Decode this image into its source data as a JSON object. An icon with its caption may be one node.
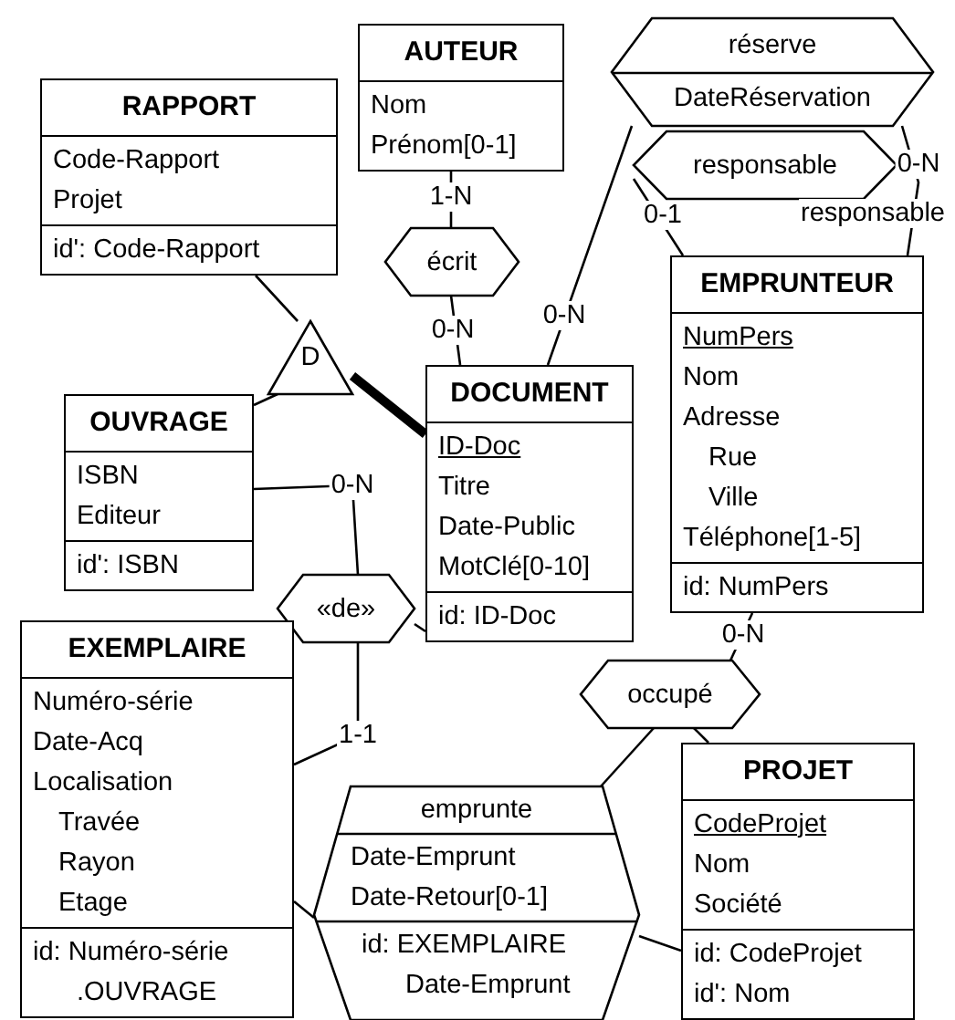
{
  "diagram": {
    "nodes": [
      {
        "text": [
          "RAPPORT",
          "Code-Rapport",
          "Projet",
          "id': Code-Rapport"
        ]
      },
      {
        "text": [
          "AUTEUR",
          "Nom",
          "Prénom[0-1]"
        ]
      },
      {
        "text": [
          "réserve",
          "DateRéservation"
        ]
      },
      {
        "text": [
          "responsable"
        ]
      },
      {
        "text": [
          "écrit"
        ]
      },
      {
        "text": [
          "D"
        ]
      },
      {
        "text": [
          "OUVRAGE",
          "ISBN",
          "Editeur",
          "id': ISBN"
        ]
      },
      {
        "text": [
          "DOCUMENT",
          "ID-Doc",
          "Titre",
          "Date-Public",
          "MotClé[0-10]",
          "id: ID-Doc"
        ]
      },
      {
        "text": [
          "EMPRUNTEUR",
          "NumPers",
          "Nom",
          "Adresse",
          "Rue",
          "Ville",
          "Téléphone[1-5]",
          "id: NumPers"
        ]
      },
      {
        "text": [
          "«de»"
        ]
      },
      {
        "text": [
          "EXEMPLAIRE",
          "Numéro-série",
          "Date-Acq",
          "Localisation",
          "Travée",
          "Rayon",
          "Etage",
          "id: Numéro-série .OUVRAGE"
        ]
      },
      {
        "text": [
          "occupé"
        ]
      },
      {
        "text": [
          "emprunte",
          "Date-Emprunt",
          "Date-Retour[0-1]",
          "id: EXEMPLAIRE Date-Emprunt"
        ]
      },
      {
        "text": [
          "PROJET",
          "CodeProjet",
          "Nom",
          "Société",
          "id: CodeProjet",
          "id': Nom"
        ]
      }
    ],
    "edges": [
      {
        "from": 1,
        "to": 4,
        "arrow": "none",
        "label": "1-N"
      },
      {
        "from": 4,
        "to": 7,
        "arrow": "none",
        "label": "0-N"
      },
      {
        "from": 2,
        "to": 7,
        "arrow": "none",
        "label": "0-N"
      },
      {
        "from": 3,
        "to": 8,
        "arrow": "none",
        "label": "0-1"
      },
      {
        "from": 2,
        "to": 8,
        "arrow": "none",
        "label": "0-N"
      },
      {
        "from": 0,
        "to": 5,
        "arrow": "none"
      },
      {
        "from": 6,
        "to": 5,
        "arrow": "none"
      },
      {
        "from": 5,
        "to": 7,
        "arrow": "none",
        "style": "thick"
      },
      {
        "from": 6,
        "to": 9,
        "arrow": "none",
        "label": "0-N"
      },
      {
        "from": 9,
        "to": 10,
        "arrow": "none",
        "label": "1-1"
      },
      {
        "from": 9,
        "to": 7,
        "arrow": "none"
      },
      {
        "from": 10,
        "to": 12,
        "arrow": "none"
      },
      {
        "from": 12,
        "to": 13,
        "arrow": "none"
      },
      {
        "from": 8,
        "to": 11,
        "arrow": "none",
        "label": "0-N"
      },
      {
        "from": 11,
        "to": 12,
        "arrow": "none"
      },
      {
        "from": 11,
        "to": 13,
        "arrow": "none"
      }
    ],
    "labels": [
      "responsable"
    ]
  }
}
